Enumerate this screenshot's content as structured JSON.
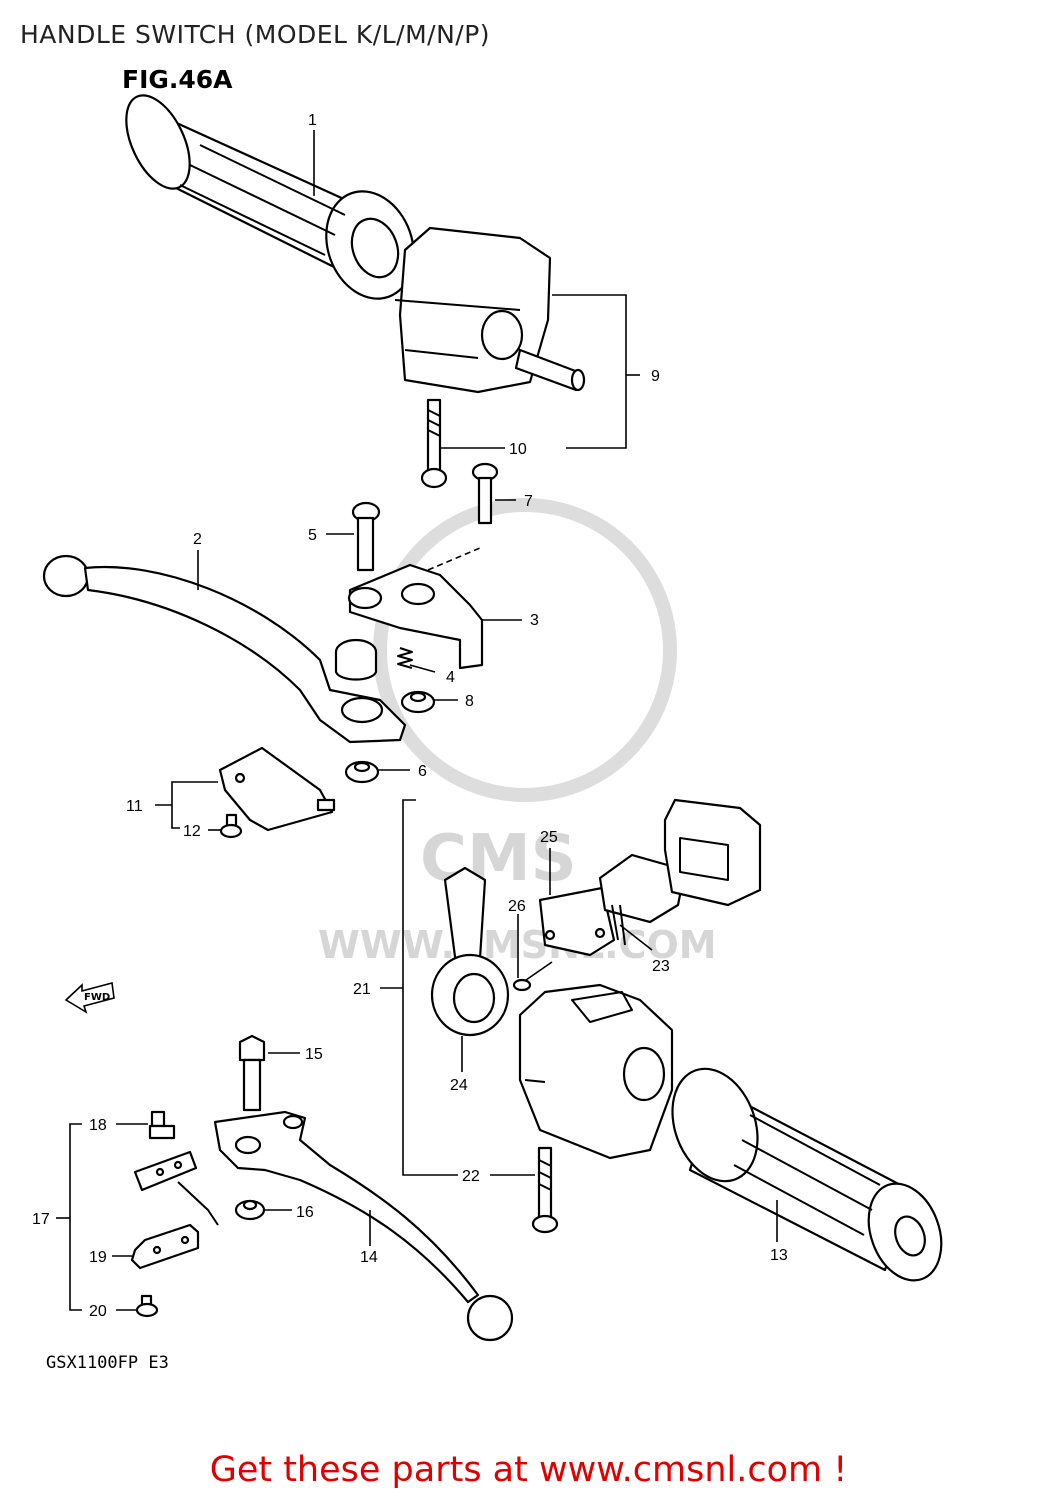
{
  "header": {
    "title": "HANDLE SWITCH (MODEL K/L/M/N/P)"
  },
  "figure": {
    "label": "FIG.46A",
    "model_code": "GSX1100FP E3",
    "direction_badge": "FWD"
  },
  "watermark": {
    "logo": "CMS",
    "url": "WWW.CMSNL.COM"
  },
  "callouts": {
    "c1": "1",
    "c2": "2",
    "c3": "3",
    "c4": "4",
    "c5": "5",
    "c6": "6",
    "c7": "7",
    "c8": "8",
    "c9": "9",
    "c10": "10",
    "c11": "11",
    "c12": "12",
    "c13": "13",
    "c14": "14",
    "c15": "15",
    "c16": "16",
    "c17": "17",
    "c18": "18",
    "c19": "19",
    "c20": "20",
    "c21": "21",
    "c22": "22",
    "c23": "23",
    "c24": "24",
    "c25": "25",
    "c26": "26"
  },
  "footer": {
    "cta": "Get these parts at www.cmsnl.com !",
    "cta_color": "#e00000"
  }
}
